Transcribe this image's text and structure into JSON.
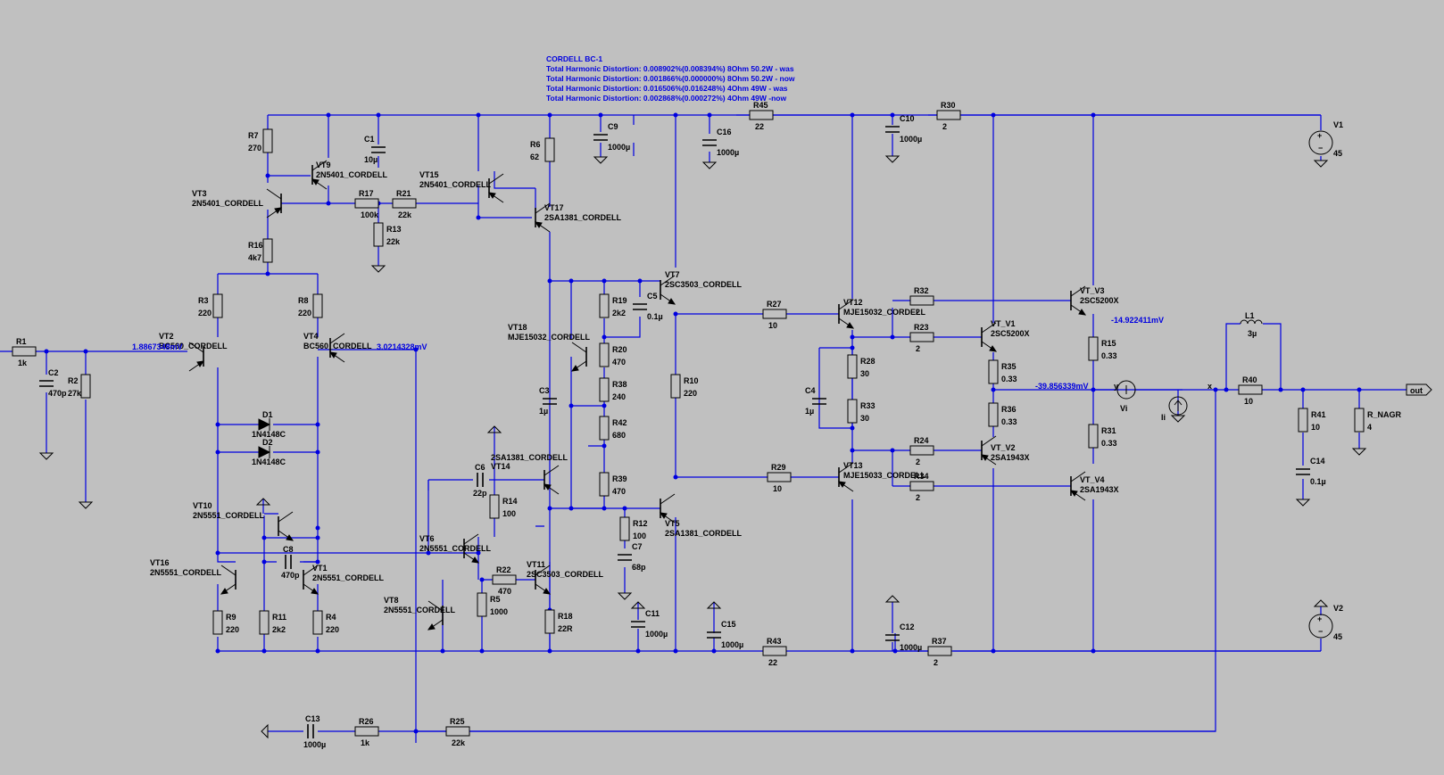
{
  "header": {
    "title": "CORDELL BC-1",
    "lines": [
      "Total Harmonic Distortion: 0.008902%(0.008394%)  8Ohm 50.2W - was",
      "Total Harmonic Distortion: 0.001866%(0.000000%)  8Ohm 50.2W - now",
      "Total Harmonic Distortion: 0.016506%(0.016248%)  4Ohm 49W   - was",
      "Total Harmonic Distortion: 0.002868%(0.000272%)  4Ohm 49W   -now"
    ]
  },
  "measurements": {
    "vt2_base": "1.8867348mV",
    "vt4_base": "3.0214328mV",
    "vt_v3": "-14.922411mV",
    "out_node": "-39.856339mV"
  },
  "net_labels": {
    "y": "y",
    "x": "x",
    "out": "out"
  },
  "resistors": [
    {
      "name": "R1",
      "value": "1k"
    },
    {
      "name": "R2",
      "value": "27k"
    },
    {
      "name": "R3",
      "value": "220"
    },
    {
      "name": "R4",
      "value": "220"
    },
    {
      "name": "R5",
      "value": "1000"
    },
    {
      "name": "R6",
      "value": "62"
    },
    {
      "name": "R7",
      "value": "270"
    },
    {
      "name": "R8",
      "value": "220"
    },
    {
      "name": "R9",
      "value": "220"
    },
    {
      "name": "R10",
      "value": "220"
    },
    {
      "name": "R11",
      "value": "2k2"
    },
    {
      "name": "R12",
      "value": "100"
    },
    {
      "name": "R13",
      "value": "22k"
    },
    {
      "name": "R14",
      "value": "100"
    },
    {
      "name": "R15",
      "value": "0.33"
    },
    {
      "name": "R16",
      "value": "4k7"
    },
    {
      "name": "R17",
      "value": "100k"
    },
    {
      "name": "R18",
      "value": "22R"
    },
    {
      "name": "R19",
      "value": "2k2"
    },
    {
      "name": "R20",
      "value": "470"
    },
    {
      "name": "R21",
      "value": "22k"
    },
    {
      "name": "R22",
      "value": "470"
    },
    {
      "name": "R23",
      "value": "2"
    },
    {
      "name": "R24",
      "value": "2"
    },
    {
      "name": "R25",
      "value": "22k"
    },
    {
      "name": "R26",
      "value": "1k"
    },
    {
      "name": "R27",
      "value": "10"
    },
    {
      "name": "R28",
      "value": "30"
    },
    {
      "name": "R29",
      "value": "10"
    },
    {
      "name": "R30",
      "value": "2"
    },
    {
      "name": "R31",
      "value": "0.33"
    },
    {
      "name": "R32",
      "value": "2"
    },
    {
      "name": "R33",
      "value": "30"
    },
    {
      "name": "R34",
      "value": "2"
    },
    {
      "name": "R35",
      "value": "0.33"
    },
    {
      "name": "R36",
      "value": "0.33"
    },
    {
      "name": "R37",
      "value": "2"
    },
    {
      "name": "R38",
      "value": "240"
    },
    {
      "name": "R39",
      "value": "470"
    },
    {
      "name": "R40",
      "value": "10"
    },
    {
      "name": "R41",
      "value": "10"
    },
    {
      "name": "R42",
      "value": "680"
    },
    {
      "name": "R43",
      "value": "22"
    },
    {
      "name": "R45",
      "value": "22"
    },
    {
      "name": "R_NAGR",
      "value": "4"
    }
  ],
  "capacitors": [
    {
      "name": "C1",
      "value": "10µ"
    },
    {
      "name": "C2",
      "value": "470p"
    },
    {
      "name": "C3",
      "value": "1µ"
    },
    {
      "name": "C4",
      "value": "1µ"
    },
    {
      "name": "C5",
      "value": "0.1µ"
    },
    {
      "name": "C6",
      "value": "22p"
    },
    {
      "name": "C7",
      "value": "68p"
    },
    {
      "name": "C8",
      "value": "470p"
    },
    {
      "name": "C9",
      "value": "1000µ"
    },
    {
      "name": "C10",
      "value": "1000µ"
    },
    {
      "name": "C11",
      "value": "1000µ"
    },
    {
      "name": "C12",
      "value": "1000µ"
    },
    {
      "name": "C13",
      "value": "1000µ"
    },
    {
      "name": "C14",
      "value": "0.1µ"
    },
    {
      "name": "C15",
      "value": "1000µ"
    },
    {
      "name": "C16",
      "value": "1000µ"
    }
  ],
  "inductors": [
    {
      "name": "L1",
      "value": "3µ"
    }
  ],
  "diodes": [
    {
      "name": "D1",
      "model": "1N4148C"
    },
    {
      "name": "D2",
      "model": "1N4148C"
    }
  ],
  "sources": [
    {
      "name": "V1",
      "value": "45"
    },
    {
      "name": "V2",
      "value": "45"
    },
    {
      "name": "Vi",
      "value": ""
    },
    {
      "name": "Ii",
      "value": ""
    }
  ],
  "transistors": [
    {
      "name": "VT1",
      "model": "2N5551_CORDELL"
    },
    {
      "name": "VT2",
      "model": "BC560_CORDELL"
    },
    {
      "name": "VT3",
      "model": "2N5401_CORDELL"
    },
    {
      "name": "VT4",
      "model": "BC560_CORDELL"
    },
    {
      "name": "VT5",
      "model": "2SA1381_CORDELL"
    },
    {
      "name": "VT6",
      "model": "2N5551_CORDELL"
    },
    {
      "name": "VT7",
      "model": "2SC3503_CORDELL"
    },
    {
      "name": "VT8",
      "model": "2N5551_CORDELL"
    },
    {
      "name": "VT9",
      "model": "2N5401_CORDELL"
    },
    {
      "name": "VT10",
      "model": "2N5551_CORDELL"
    },
    {
      "name": "VT11",
      "model": "2SC3503_CORDELL"
    },
    {
      "name": "VT12",
      "model": "MJE15032_CORDELL"
    },
    {
      "name": "VT13",
      "model": "MJE15033_CORDELL"
    },
    {
      "name": "VT14",
      "model": "2SA1381_CORDELL"
    },
    {
      "name": "VT15",
      "model": "2N5401_CORDELL"
    },
    {
      "name": "VT16",
      "model": "2N5551_CORDELL"
    },
    {
      "name": "VT17",
      "model": "2SA1381_CORDELL"
    },
    {
      "name": "VT18",
      "model": "MJE15032_CORDELL"
    },
    {
      "name": "VT_V1",
      "model": "2SC5200X"
    },
    {
      "name": "VT_V2",
      "model": "2SA1943X"
    },
    {
      "name": "VT_V3",
      "model": "2SC5200X"
    },
    {
      "name": "VT_V4",
      "model": "2SA1943X"
    }
  ]
}
